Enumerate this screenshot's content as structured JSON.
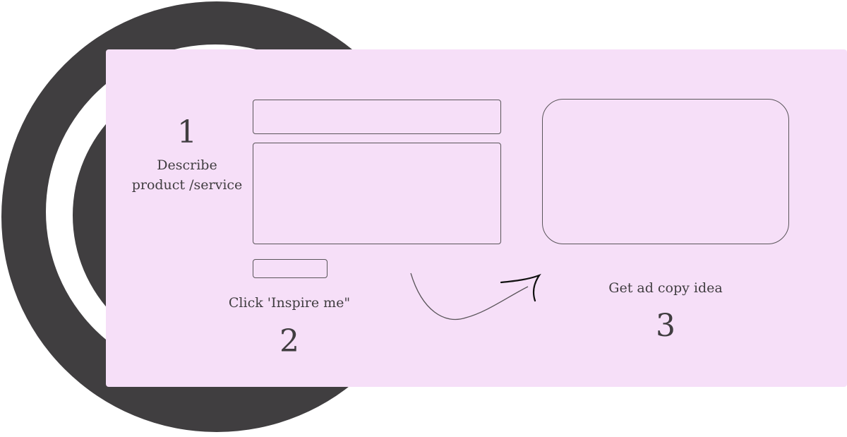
{
  "steps": [
    {
      "number": "1",
      "label_line1": "Describe",
      "label_line2": "product /service"
    },
    {
      "number": "2",
      "label": "Click 'Inspire me\""
    },
    {
      "number": "3",
      "label": "Get ad copy idea"
    }
  ],
  "colors": {
    "panel": "#f6dff8",
    "dark": "#403e40"
  }
}
